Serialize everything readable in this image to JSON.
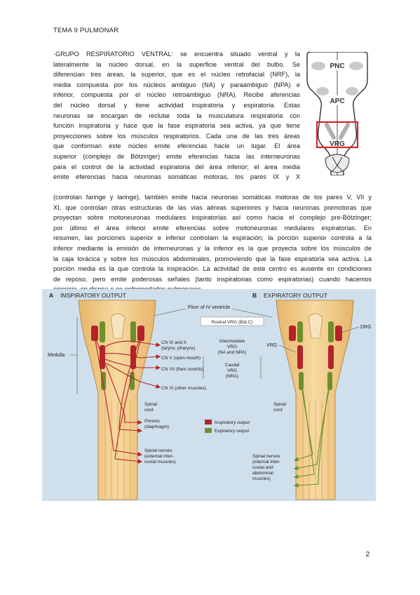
{
  "header": {
    "title": "TEMA 9 PULMONAR"
  },
  "paragraph_lines": [
    "·GRUPO RESPIRATORIO VENTRAL: se encuentra situado ventral y la",
    "lateralmente la núcleo dorsal, en la superficie ventral del bulbo. Se",
    "diferencian tres áreas, la superior, que es el núcleo retrofacial (NRF), la",
    "media compuesta por los núcleos ambiguo (NA) y paraambiguo (NPA) e",
    "inferior, compuesta por el núcleo retroambiguo (NRA). Recibe aferencias",
    "del núcleo dorsal y tiene actividad inspiratoria y espiratoria. Estas",
    "neuronas se encargan de reclutar toda la musculatura respiratoria con",
    "función inspiratoria y hace que la fase espiratoria sea activa, ya que tiene",
    "proyecciones sobre los músculos respiratorios. Cada una de las tres áreas",
    "que conforman este núcleo emite eferencias hacie un lugar. El área",
    "superior (complejo de Bötzinger) emite eferencias hacia las interneuronas",
    "para el control de la actividad espiratoria del área inferior; el área media",
    "emite eferencias hacia neuronas somáticas motoras, los pares IX y X",
    "(controlan faringe y laringe), también emite hacia neuronas somáticas motoras de los pares V, VII y",
    "XI, que controlan otras estructuras de las vías aéreas superiores y hacia neuronas premotoras que",
    "proyectan sobre motoneuronas medulares inspiratorias así como hacia el complejo pre-Bötzinger;",
    "por último el área inferior emite eferencias sobre motoneuronas medulares espiratorias. En",
    "resumen, las porciones superior e inferior controlam la espiración; la porción superior controla a la",
    "inferior mediante la emisión de interneuronas y la inferior es la que proyecta sobre los músculos de",
    "la caja torácica y sobre los músculos abdominales, promoviendo que la fase espiratoria sea activa. La",
    "porción media es la que controla la inspiración. La actividad de este centro es ausente en condiciones",
    "de reposo, pero emite poderosas señales (tanto inspiratorias como espiratorias) cuando hacemos",
    "ejercicio, en disnea o en enfermedades pulmonares."
  ],
  "brainstem_figure": {
    "pnc": "PNC",
    "apc": "APC",
    "vrg": "VRG"
  },
  "output_figure": {
    "panel_a_letter": "A",
    "panel_a_title": "INSPIRATORY OUTPUT",
    "panel_b_letter": "B",
    "panel_b_title": "EXPIRATORY OUTPUT",
    "floor_label": "Floor of IV ventricle",
    "medulla_label": "Medulla",
    "rostral_vrg": "Rostral VRG (Böt.C)",
    "intermediate_vrg": [
      "Intermediate",
      "VRG",
      "(NA and NPA)"
    ],
    "caudal_vrg": [
      "Caudal",
      "VRG",
      "(NRA)"
    ],
    "drg_label": "DRG",
    "vrg_label": "VRG",
    "cn_ix_x": [
      "CN IX and X",
      "(larynx, pharynx)"
    ],
    "cn_v": "CN V (open mouth)",
    "cn_vii": "CN VII (flare nostrils)",
    "cn_xi": "CN XI (other muscles)",
    "spinal_cord_a": [
      "Spinal",
      "cord"
    ],
    "spinal_cord_b": [
      "Spinal",
      "cord"
    ],
    "phrenic": [
      "Phrenic",
      "(diaphragm)"
    ],
    "spinal_nerves_a": [
      "Spinal nerves",
      "(external inter-",
      "costal muscles)"
    ],
    "spinal_nerves_b": [
      "Spinal nerves",
      "(internal inter-",
      "costal and",
      "abdominal",
      "muscles)"
    ],
    "legend_inspiratory": "Inspiratory output",
    "legend_expiratory": "Expiratory output"
  },
  "colors": {
    "inspiratory": "#b3232a",
    "expiratory": "#6e8f2c",
    "tissue": "#f0c784",
    "background_panel": "#cfe0ec"
  },
  "page_number": "2"
}
